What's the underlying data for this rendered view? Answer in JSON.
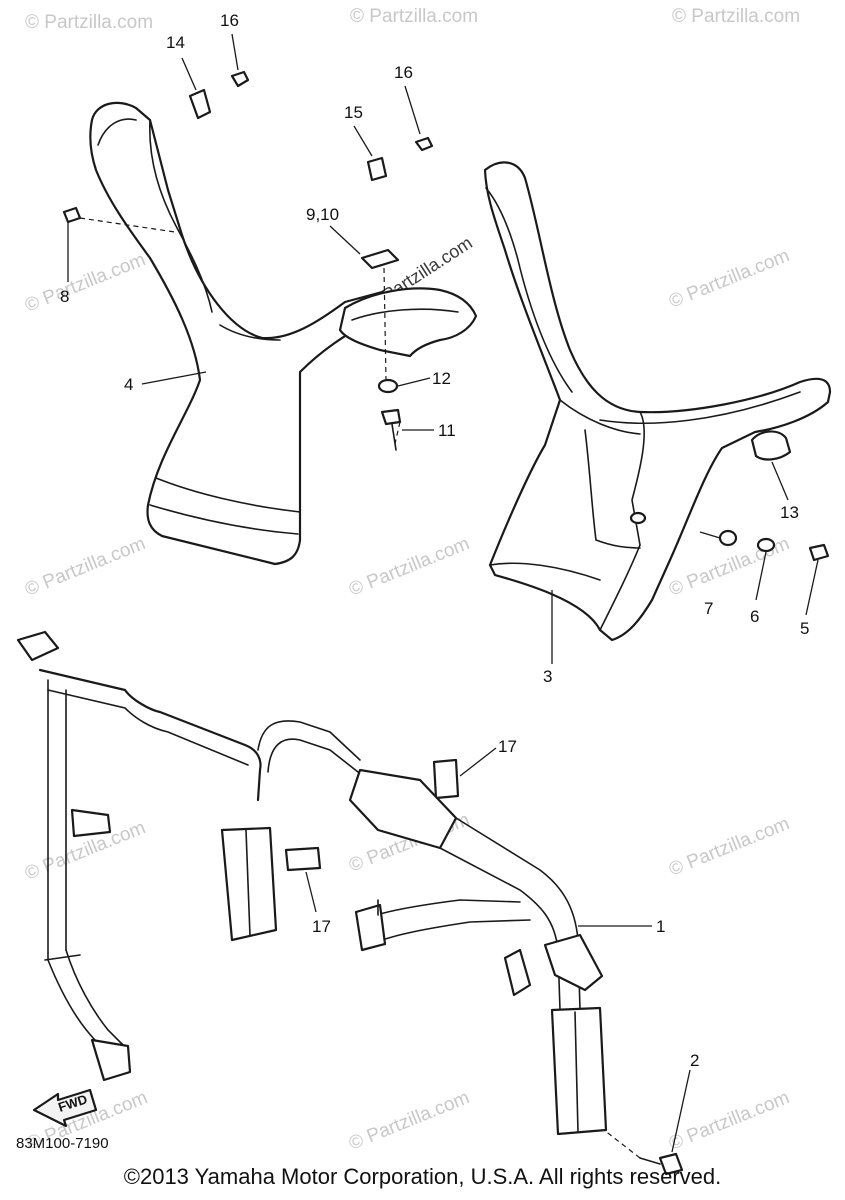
{
  "callouts": {
    "c1": "1",
    "c2": "2",
    "c3": "3",
    "c4": "4",
    "c5": "5",
    "c6": "6",
    "c7": "7",
    "c8": "8",
    "c9_10": "9,10",
    "c11": "11",
    "c12": "12",
    "c13": "13",
    "c14": "14",
    "c15": "15",
    "c16a": "16",
    "c16b": "16",
    "c17a": "17",
    "c17b": "17"
  },
  "watermark": "© Partzilla.com",
  "diagram_code": "83M100-7190",
  "fwd_label": "FWD",
  "copyright": "©2013 Yamaha Motor Corporation, U.S.A. All rights reserved."
}
